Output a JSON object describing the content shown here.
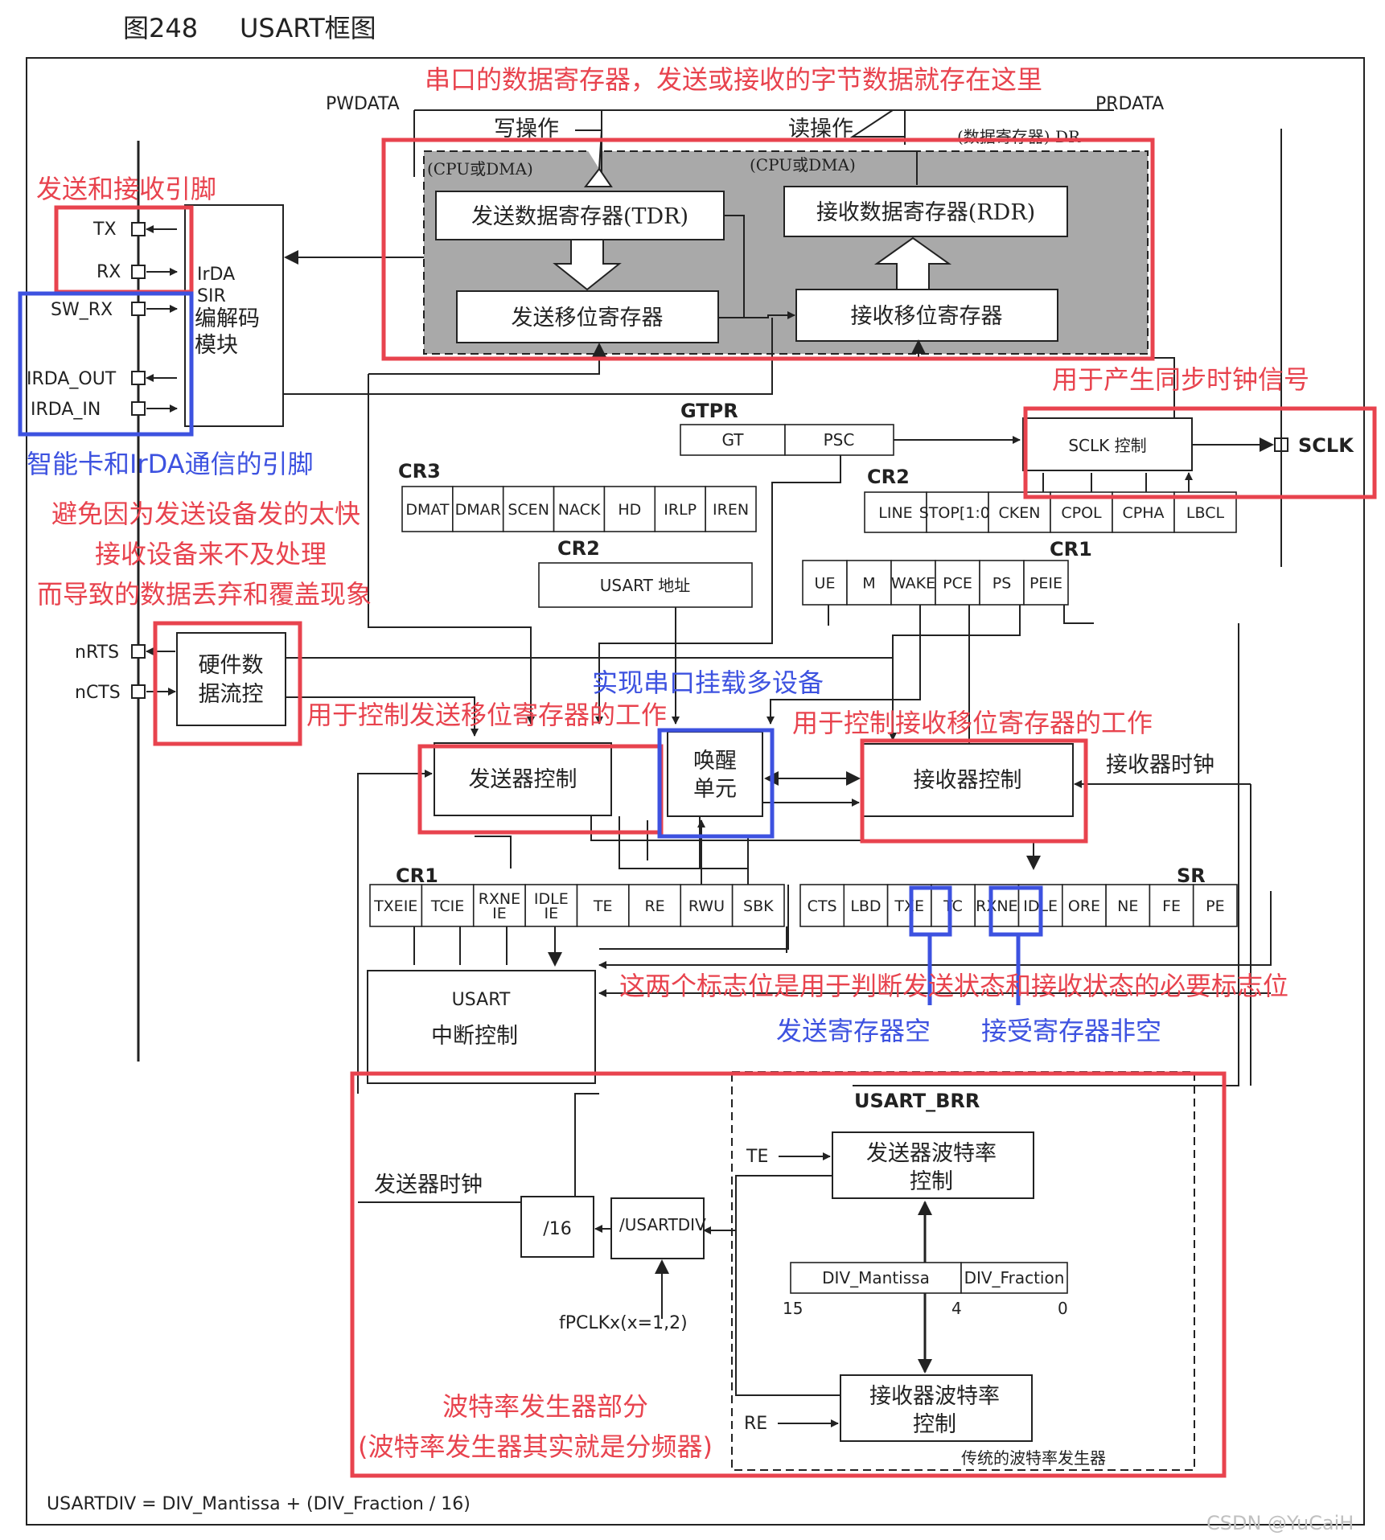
{
  "figure": {
    "number": "图248",
    "title": "USART框图"
  },
  "bus": {
    "pwdata": "PWDATA",
    "prdata": "PRDATA",
    "write_op": "写操作",
    "read_op": "读操作",
    "data_reg": "(数据寄存器) DR",
    "cpu_dma_left": "(CPU或DMA)",
    "cpu_dma_right": "(CPU或DMA)"
  },
  "registers": {
    "tdr": "发送数据寄存器(TDR)",
    "rdr": "接收数据寄存器(RDR)",
    "tx_shift": "发送移位寄存器",
    "rx_shift": "接收移位寄存器"
  },
  "pins": {
    "tx": "TX",
    "rx": "RX",
    "sw_rx": "SW_RX",
    "irda_out": "IRDA_OUT",
    "irda_in": "IRDA_IN",
    "nrts": "nRTS",
    "ncts": "nCTS",
    "sclk": "SCLK"
  },
  "irda": {
    "l1": "IrDA",
    "l2": "SIR",
    "l3": "编解码",
    "l4": "模块"
  },
  "gtpr": {
    "label": "GTPR",
    "gt": "GT",
    "psc": "PSC"
  },
  "sclk_ctrl": "SCLK 控制",
  "cr3": {
    "label": "CR3",
    "bits": [
      "DMAT",
      "DMAR",
      "SCEN",
      "NACK",
      "HD",
      "IRLP",
      "IREN"
    ]
  },
  "cr2_top": {
    "label": "CR2",
    "bits": [
      "LINE",
      "STOP[1:0]",
      "CKEN",
      "CPOL",
      "CPHA",
      "LBCL"
    ]
  },
  "cr2_addr": {
    "label": "CR2",
    "text": "USART 地址"
  },
  "cr1_top": {
    "label": "CR1",
    "bits": [
      "UE",
      "M",
      "WAKE",
      "PCE",
      "PS",
      "PEIE"
    ]
  },
  "flow": {
    "l1": "硬件数",
    "l2": "据流控"
  },
  "tx_ctrl": "发送器控制",
  "wake": {
    "l1": "唤醒",
    "l2": "单元"
  },
  "rx_ctrl": "接收器控制",
  "rx_clock": "接收器时钟",
  "cr1_bot": {
    "label": "CR1",
    "bits": [
      "TXEIE",
      "TCIE",
      "RXNE IE",
      "IDLE IE",
      "TE",
      "RE",
      "RWU",
      "SBK"
    ]
  },
  "sr": {
    "label": "SR",
    "bits": [
      "CTS",
      "LBD",
      "TXE",
      "TC",
      "RXNE",
      "IDLE",
      "ORE",
      "NE",
      "FE",
      "PE"
    ]
  },
  "irq": {
    "l1": "USART",
    "l2": "中断控制"
  },
  "brr": {
    "label": "USART_BRR",
    "te": "TE",
    "re": "RE",
    "tx_baud_l1": "发送器波特率",
    "tx_baud_l2": "控制",
    "rx_baud_l1": "接收器波特率",
    "rx_baud_l2": "控制",
    "mantissa": "DIV_Mantissa",
    "fraction": "DIV_Fraction",
    "bit15": "15",
    "bit4": "4",
    "bit0": "0",
    "legacy": "传统的波特率发生器",
    "tx_clock": "发送器时钟",
    "div16": "/16",
    "usartdiv": "/USARTDIV",
    "fpclk": "fPCLKx(x=1,2)"
  },
  "formula": "USARTDIV = DIV_Mantissa + (DIV_Fraction / 16)",
  "annotations": {
    "data_reg": "串口的数据寄存器，发送或接收的字节数据就存在这里",
    "txrx_pins": "发送和接收引脚",
    "smartcard_pins": "智能卡和IrDA通信的引脚",
    "sclk_note": "用于产生同步时钟信号",
    "flow_l1": "避免因为发送设备发的太快",
    "flow_l2": "接收设备来不及处理",
    "flow_l3": "而导致的数据丢弃和覆盖现象",
    "multi_dev": "实现串口挂载多设备",
    "tx_shift_ctrl": "用于控制发送移位寄存器的工作",
    "rx_shift_ctrl": "用于控制接收移位寄存器的工作",
    "flags": "这两个标志位是用于判断发送状态和接收状态的必要标志位",
    "txe": "发送寄存器空",
    "rxne": "接受寄存器非空",
    "baud_l1": "波特率发生器部分",
    "baud_l2": "(波特率发生器其实就是分频器)"
  },
  "watermark": "CSDN @YuCaiH",
  "colors": {
    "red": "#e8434e",
    "blue": "#3d52e0",
    "shade": "#a9a9a9"
  }
}
